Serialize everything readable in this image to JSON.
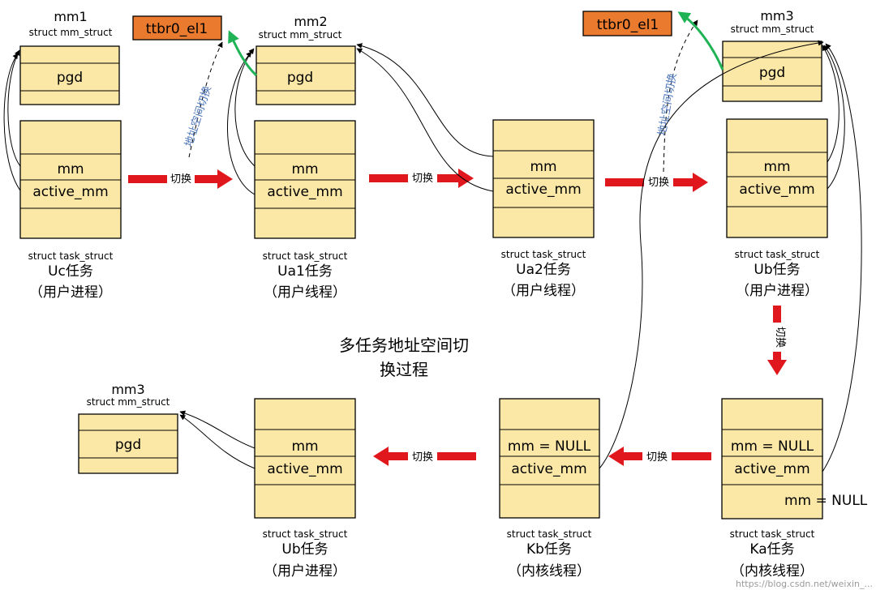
{
  "title_lines": [
    "多任务地址空间切",
    "换过程"
  ],
  "register": "ttbr0_el1",
  "switch_label": "切换",
  "addr_switch_label": "地址空间切换",
  "struct_mm": "struct mm_struct",
  "struct_task": "struct task_struct",
  "mm_structs": [
    {
      "id": "mm1",
      "name": "mm1",
      "field": "pgd"
    },
    {
      "id": "mm2",
      "name": "mm2",
      "field": "pgd"
    },
    {
      "id": "mm3-top",
      "name": "mm3",
      "field": "pgd"
    },
    {
      "id": "mm3-bottom",
      "name": "mm3",
      "field": "pgd"
    }
  ],
  "tasks": [
    {
      "id": "uc",
      "name": "Uc任务",
      "kind": "（用户进程）",
      "mm": "mm",
      "active_mm": "active_mm"
    },
    {
      "id": "ua1",
      "name": "Ua1任务",
      "kind": "（用户线程）",
      "mm": "mm",
      "active_mm": "active_mm"
    },
    {
      "id": "ua2",
      "name": "Ua2任务",
      "kind": "（用户线程）",
      "mm": "mm",
      "active_mm": "active_mm"
    },
    {
      "id": "ub-top",
      "name": "Ub任务",
      "kind": "（用户进程）",
      "mm": "mm",
      "active_mm": "active_mm"
    },
    {
      "id": "ka",
      "name": "Ka任务",
      "kind": "（内核线程）",
      "mm": "mm = NULL",
      "active_mm": "active_mm"
    },
    {
      "id": "kb",
      "name": "Kb任务",
      "kind": "（内核线程）",
      "mm": "mm = NULL",
      "active_mm": "active_mm"
    },
    {
      "id": "ub-bottom",
      "name": "Ub任务",
      "kind": "（用户进程）",
      "mm": "mm",
      "active_mm": "active_mm"
    }
  ],
  "ka_extra": "mm = NULL",
  "watermark": "https://blog.csdn.net/weixin_..."
}
